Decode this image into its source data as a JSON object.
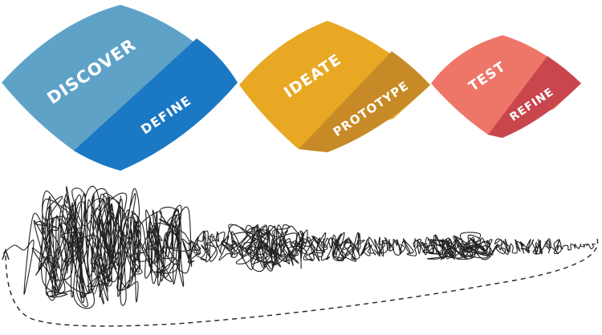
{
  "stages": [
    {
      "top_label": "DISCOVER",
      "bottom_label": "DEFINE",
      "top_color": "#5fa2c8",
      "bottom_color": "#1b78c4"
    },
    {
      "top_label": "IDEATE",
      "bottom_label": "PROTOTYPE",
      "top_color": "#e8a823",
      "bottom_color": "#c78a26"
    },
    {
      "top_label": "TEST",
      "bottom_label": "REFINE",
      "top_color": "#ee7668",
      "bottom_color": "#c9464d"
    }
  ],
  "squiggle": {
    "stroke_color": "#222222",
    "loop_arrow_style": "dashed"
  }
}
